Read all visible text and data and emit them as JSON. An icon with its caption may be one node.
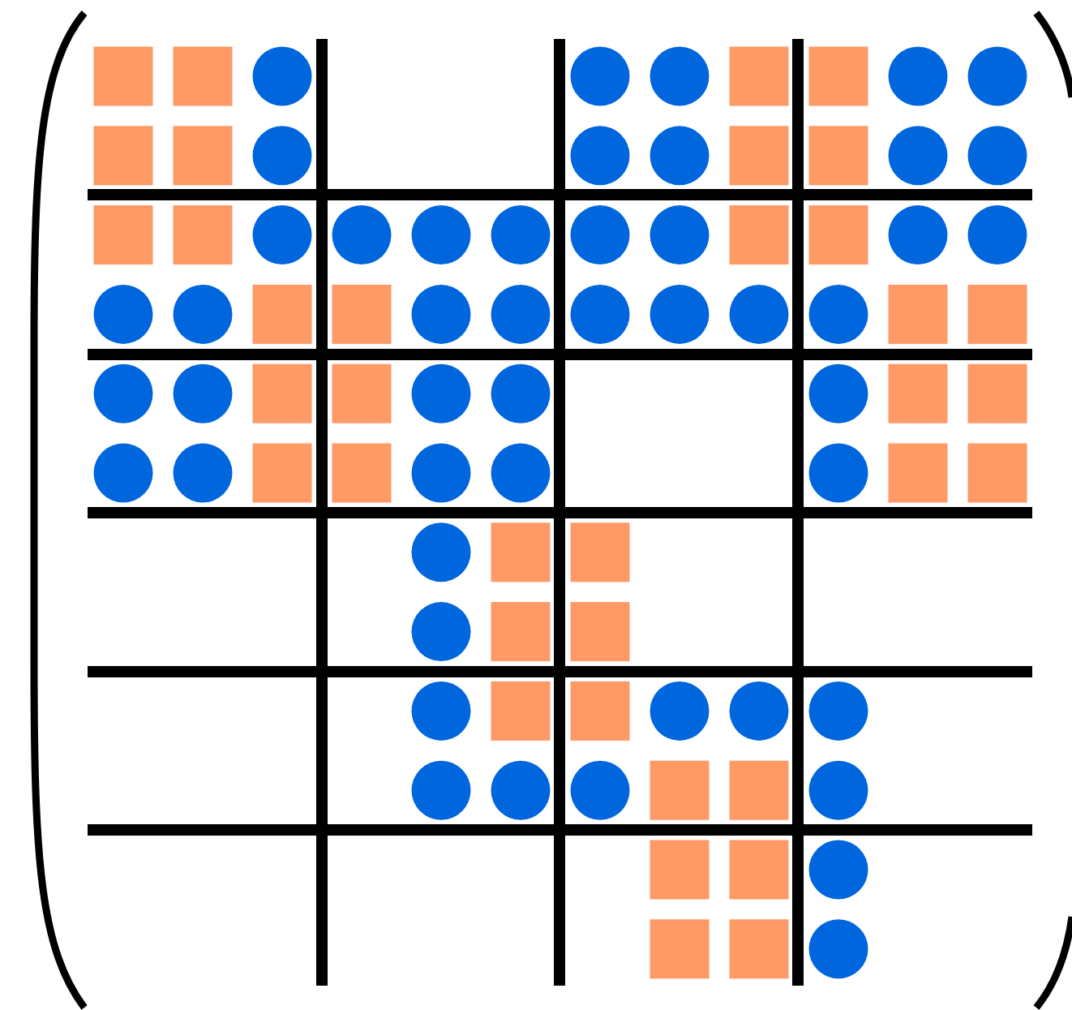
{
  "diagram": {
    "nodes": [
      {
        "text": [],
        "shape": "box"
      },
      {
        "text": [],
        "shape": "box"
      },
      {
        "text": [],
        "shape": "circle"
      },
      {
        "text": [],
        "shape": "circle"
      },
      {
        "text": [],
        "shape": "circle"
      },
      {
        "text": [],
        "shape": "box"
      },
      {
        "text": [],
        "shape": "box"
      },
      {
        "text": [],
        "shape": "circle"
      },
      {
        "text": [],
        "shape": "circle"
      },
      {
        "text": [],
        "shape": "box"
      },
      {
        "text": [],
        "shape": "box"
      },
      {
        "text": [],
        "shape": "circle"
      },
      {
        "text": [],
        "shape": "circle"
      },
      {
        "text": [],
        "shape": "circle"
      },
      {
        "text": [],
        "shape": "box"
      },
      {
        "text": [],
        "shape": "box"
      },
      {
        "text": [],
        "shape": "circle"
      },
      {
        "text": [],
        "shape": "circle"
      },
      {
        "text": [],
        "shape": "box"
      },
      {
        "text": [],
        "shape": "box"
      },
      {
        "text": [],
        "shape": "circle"
      },
      {
        "text": [],
        "shape": "circle"
      },
      {
        "text": [],
        "shape": "circle"
      },
      {
        "text": [],
        "shape": "circle"
      },
      {
        "text": [],
        "shape": "circle"
      },
      {
        "text": [],
        "shape": "circle"
      },
      {
        "text": [],
        "shape": "box"
      },
      {
        "text": [],
        "shape": "box"
      },
      {
        "text": [],
        "shape": "circle"
      },
      {
        "text": [],
        "shape": "circle"
      },
      {
        "text": [],
        "shape": "circle"
      },
      {
        "text": [],
        "shape": "circle"
      },
      {
        "text": [],
        "shape": "box"
      },
      {
        "text": [],
        "shape": "box"
      },
      {
        "text": [],
        "shape": "circle"
      },
      {
        "text": [],
        "shape": "circle"
      },
      {
        "text": [],
        "shape": "circle"
      },
      {
        "text": [],
        "shape": "circle"
      },
      {
        "text": [],
        "shape": "circle"
      },
      {
        "text": [],
        "shape": "circle"
      },
      {
        "text": [],
        "shape": "box"
      },
      {
        "text": [],
        "shape": "box"
      },
      {
        "text": [],
        "shape": "circle"
      },
      {
        "text": [],
        "shape": "circle"
      },
      {
        "text": [],
        "shape": "box"
      },
      {
        "text": [],
        "shape": "box"
      },
      {
        "text": [],
        "shape": "circle"
      },
      {
        "text": [],
        "shape": "circle"
      },
      {
        "text": [],
        "shape": "circle"
      },
      {
        "text": [],
        "shape": "box"
      },
      {
        "text": [],
        "shape": "box"
      },
      {
        "text": [],
        "shape": "circle"
      },
      {
        "text": [],
        "shape": "circle"
      },
      {
        "text": [],
        "shape": "box"
      },
      {
        "text": [],
        "shape": "box"
      },
      {
        "text": [],
        "shape": "circle"
      },
      {
        "text": [],
        "shape": "circle"
      },
      {
        "text": [],
        "shape": "circle"
      },
      {
        "text": [],
        "shape": "box"
      },
      {
        "text": [],
        "shape": "box"
      },
      {
        "text": [],
        "shape": "circle"
      },
      {
        "text": [],
        "shape": "box"
      },
      {
        "text": [],
        "shape": "box"
      },
      {
        "text": [],
        "shape": "circle"
      },
      {
        "text": [],
        "shape": "box"
      },
      {
        "text": [],
        "shape": "box"
      },
      {
        "text": [],
        "shape": "circle"
      },
      {
        "text": [],
        "shape": "box"
      },
      {
        "text": [],
        "shape": "box"
      },
      {
        "text": [],
        "shape": "circle"
      },
      {
        "text": [],
        "shape": "circle"
      },
      {
        "text": [],
        "shape": "circle"
      },
      {
        "text": [],
        "shape": "circle"
      },
      {
        "text": [],
        "shape": "circle"
      },
      {
        "text": [],
        "shape": "circle"
      },
      {
        "text": [],
        "shape": "box"
      },
      {
        "text": [],
        "shape": "box"
      },
      {
        "text": [],
        "shape": "circle"
      },
      {
        "text": [],
        "shape": "box"
      },
      {
        "text": [],
        "shape": "box"
      },
      {
        "text": [],
        "shape": "circle"
      },
      {
        "text": [],
        "shape": "box"
      },
      {
        "text": [],
        "shape": "box"
      },
      {
        "text": [],
        "shape": "circle"
      }
    ]
  }
}
